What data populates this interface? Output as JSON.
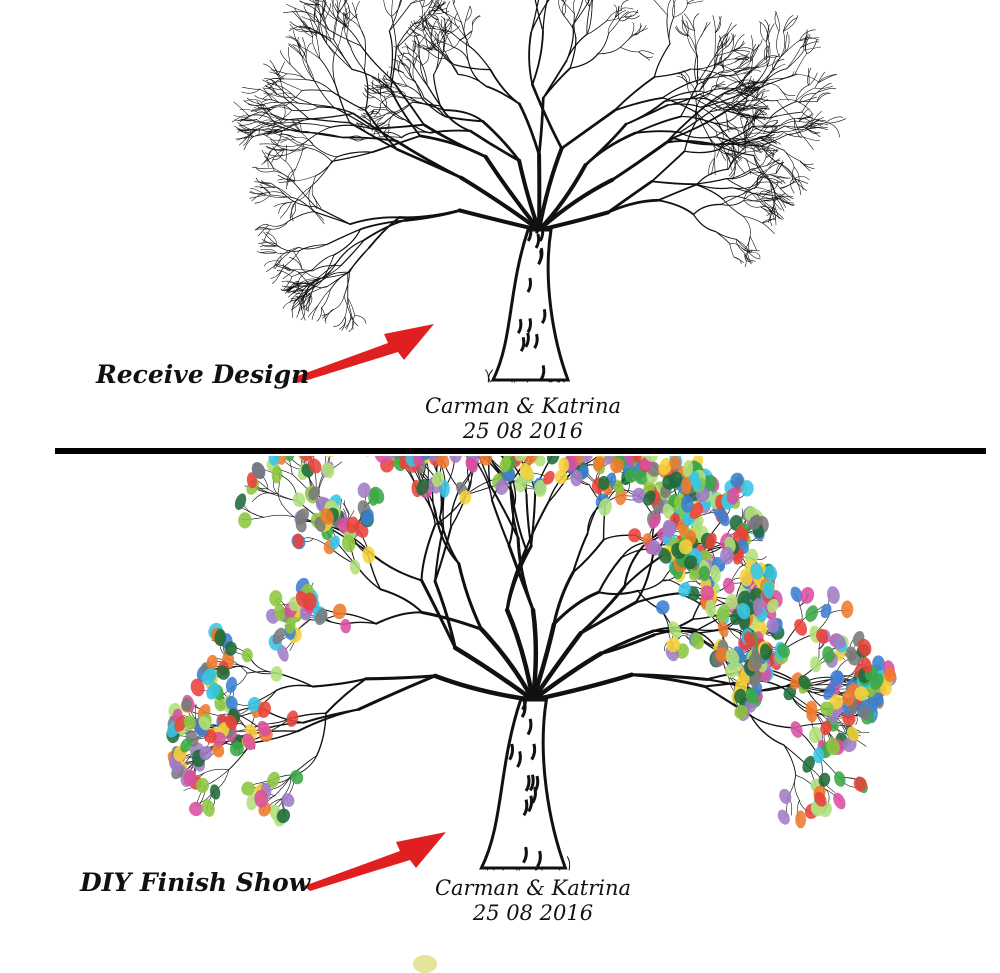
{
  "top_panel": {
    "label": "Receive Design",
    "names": "Carman & Katrina",
    "date": "25 08 2016",
    "arrow_color": "#e02020"
  },
  "bottom_panel": {
    "label": "DIY Finish Show",
    "names": "Carman & Katrina",
    "date": "25 08 2016",
    "arrow_color": "#e02020",
    "fingerprint_colors": [
      "#e8423a",
      "#f07a2e",
      "#f5d33a",
      "#8cc63f",
      "#3aa845",
      "#1f6b3a",
      "#35c6e8",
      "#3a7fd1",
      "#a07cc5",
      "#d94fa0",
      "#7a7a7a",
      "#b0e07a"
    ]
  },
  "divider_color": "#000000"
}
